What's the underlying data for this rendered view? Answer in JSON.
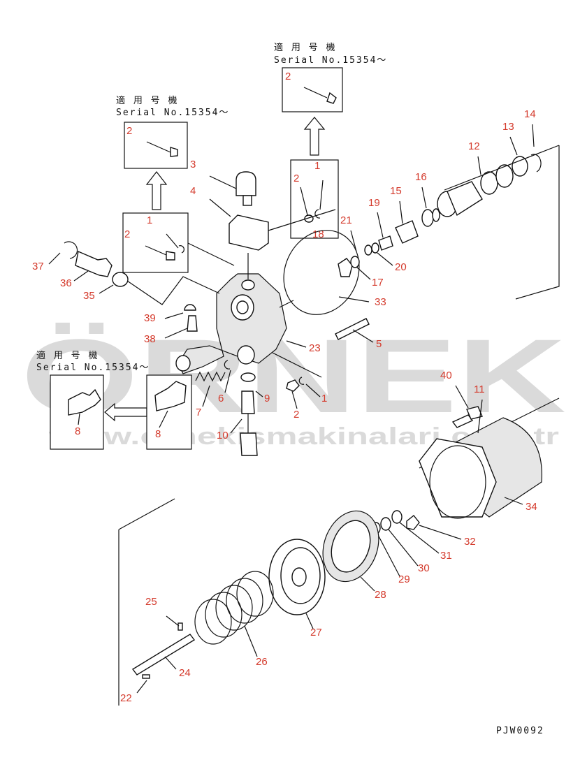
{
  "notes": {
    "applicable_label": "適 用 号 機",
    "serial_label": "Serial No.15354～"
  },
  "watermark": {
    "brand": "ÖRNEK",
    "url": "www.ornekismakinalari.com.tr"
  },
  "drawing_code": "PJW0092",
  "callouts": {
    "c1_top": "1",
    "c2_top": "2",
    "c2_topbox": "2",
    "c1_left": "1",
    "c2_left": "2",
    "c2_leftbox": "2",
    "c3": "3",
    "c4": "4",
    "c5": "5",
    "c6": "6",
    "c7": "7",
    "c8_a": "8",
    "c8_b": "8",
    "c9": "9",
    "c10": "10",
    "c11": "11",
    "c12": "12",
    "c13": "13",
    "c14": "14",
    "c15": "15",
    "c16": "16",
    "c17": "17",
    "c18": "18",
    "c19": "19",
    "c20": "20",
    "c21": "21",
    "c22": "22",
    "c23": "23",
    "c24": "24",
    "c25": "25",
    "c26": "26",
    "c27": "27",
    "c28": "28",
    "c29": "29",
    "c30": "30",
    "c31": "31",
    "c32": "32",
    "c33": "33",
    "c34": "34",
    "c35": "35",
    "c36": "36",
    "c37": "37",
    "c38": "38",
    "c39": "39",
    "c40": "40",
    "c1_mid": "1",
    "c2_mid": "2",
    "c2_boxright": "2"
  }
}
